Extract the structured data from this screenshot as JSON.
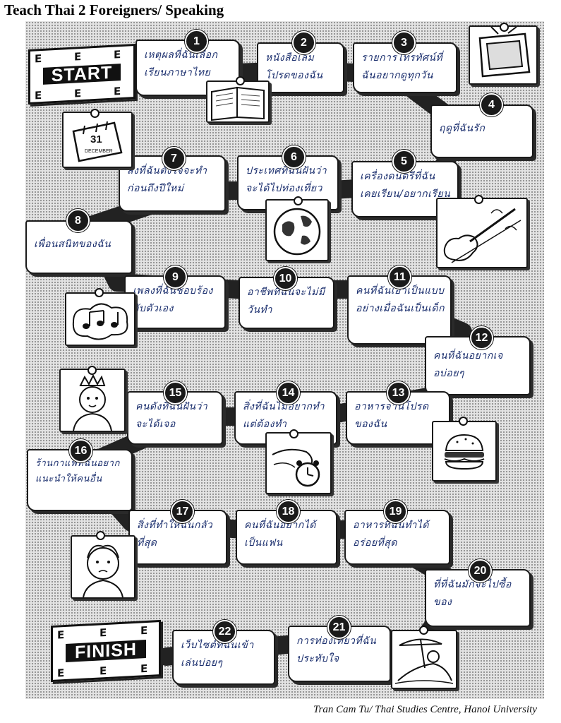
{
  "header": {
    "title": "Teach Thai 2 Foreigners/ Speaking"
  },
  "footer": {
    "credit": "Tran Cam Tu/ Thai Studies Centre, Hanoi University"
  },
  "start_label": "START",
  "finish_label": "FINISH",
  "flag_marks": "E",
  "calendar": {
    "day": "31",
    "month": "DECEMBER"
  },
  "squares": [
    {
      "n": "1",
      "text": "เหตุผลที่ฉันเลือกเรียนภาษาไทย"
    },
    {
      "n": "2",
      "text": "หนังสือเล่มโปรดของฉัน"
    },
    {
      "n": "3",
      "text": "รายการโทรทัศน์ที่ฉันอยากดูทุกวัน"
    },
    {
      "n": "4",
      "text": "ฤดูที่ฉันรัก"
    },
    {
      "n": "5",
      "text": "เครื่องดนตรีที่ฉันเคยเรียน/อยากเรียน"
    },
    {
      "n": "6",
      "text": "ประเทศที่ฉันฝันว่าจะได้ไปท่องเที่ยว"
    },
    {
      "n": "7",
      "text": "สิ่งที่ฉันตั้งใจจะทำก่อนถึงปีใหม่"
    },
    {
      "n": "8",
      "text": "เพื่อนสนิทของฉัน"
    },
    {
      "n": "9",
      "text": "เพลงที่ฉันชอบร้องกับตัวเอง"
    },
    {
      "n": "10",
      "text": "อาชีพที่ฉันจะไม่มีวันทำ"
    },
    {
      "n": "11",
      "text": "คนที่ฉันเอาเป็นแบบอย่างเมื่อฉันเป็นเด็ก"
    },
    {
      "n": "12",
      "text": "คนที่ฉันอยากเจอบ่อยๆ"
    },
    {
      "n": "13",
      "text": "อาหารจานโปรดของฉัน"
    },
    {
      "n": "14",
      "text": "สิ่งที่ฉันไม่อยากทำแต่ต้องทำ"
    },
    {
      "n": "15",
      "text": "คนดังที่ฉันฝันว่าจะได้เจอ"
    },
    {
      "n": "16",
      "text": "ร้านกาแฟที่ฉันอยากแนะนำให้คนอื่น"
    },
    {
      "n": "17",
      "text": "สิ่งที่ทำให้ฉันกลัวที่สุด"
    },
    {
      "n": "18",
      "text": "คนที่ฉันอยากได้เป็นแฟน"
    },
    {
      "n": "19",
      "text": "อาหารที่ฉันทำได้อร่อยที่สุด"
    },
    {
      "n": "20",
      "text": "ที่ที่ฉันมักจะไปซื้อของ"
    },
    {
      "n": "21",
      "text": "การท่องเที่ยวที่ฉันประทับใจ"
    },
    {
      "n": "22",
      "text": "เว็บไซต์ที่ฉันเข้าเล่นบ่อยๆ"
    }
  ]
}
